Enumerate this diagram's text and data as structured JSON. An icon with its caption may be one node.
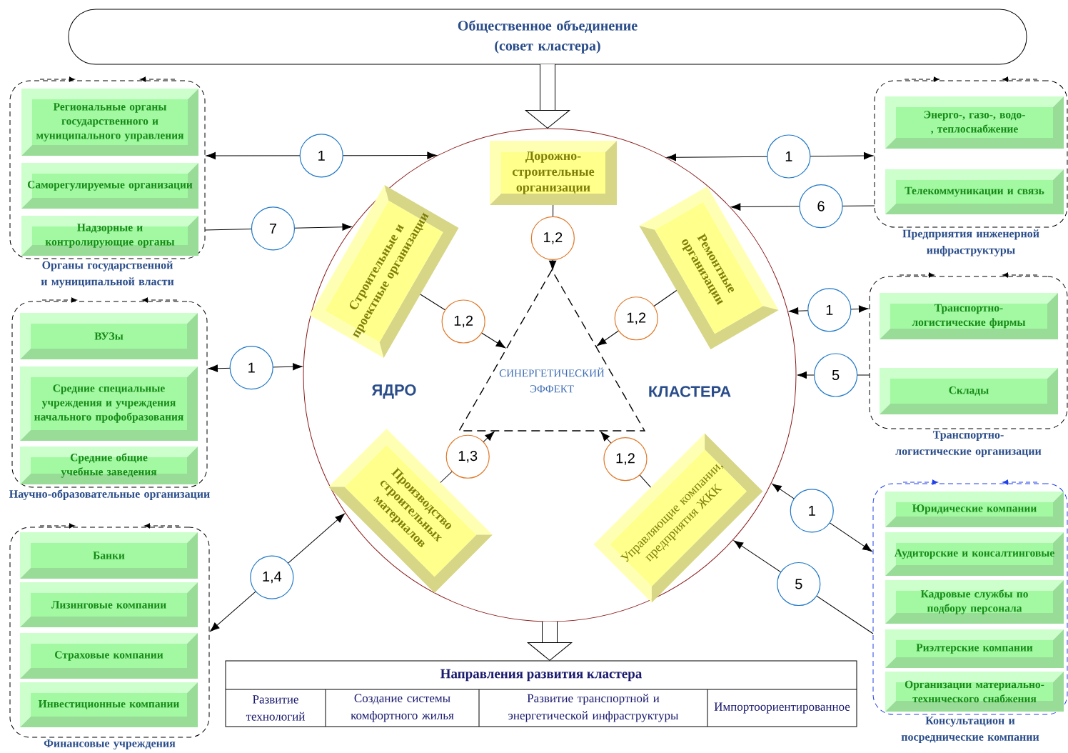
{
  "diagram": {
    "nodes": [
      {
        "text": [
          "Общественное объединение (совет кластера)"
        ]
      },
      {
        "text": [
          "Органы государственной и муниципальной власти"
        ]
      },
      {
        "text": [
          "Региональные органы государственного и муниципального управления"
        ],
        "in": 1
      },
      {
        "text": [
          "Саморегулируемые организации"
        ],
        "in": 1
      },
      {
        "text": [
          "Надзорные и контролирующие органы"
        ],
        "in": 1
      },
      {
        "text": [
          "Научно-образовательные организации"
        ]
      },
      {
        "text": [
          "ВУЗы"
        ],
        "in": 5
      },
      {
        "text": [
          "Средние специальные учреждения и учреждения начального профобразования"
        ],
        "in": 5
      },
      {
        "text": [
          "Средние общие учебные заведения"
        ],
        "in": 5
      },
      {
        "text": [
          "Финансовые учреждения"
        ]
      },
      {
        "text": [
          "Банки"
        ],
        "in": 9
      },
      {
        "text": [
          "Лизинговые компании"
        ],
        "in": 9
      },
      {
        "text": [
          "Страховые компании"
        ],
        "in": 9
      },
      {
        "text": [
          "Инвестиционные компании"
        ],
        "in": 9
      },
      {
        "text": [
          "Предприятия инженерной инфраструктуры"
        ]
      },
      {
        "text": [
          "Энерго-, газо-, водо-, теплоснабжение"
        ],
        "in": 14
      },
      {
        "text": [
          "Телекоммуникации и связь"
        ],
        "in": 14
      },
      {
        "text": [
          "Транспортно-логистические организации"
        ]
      },
      {
        "text": [
          "Транспортно-логистические фирмы"
        ],
        "in": 17
      },
      {
        "text": [
          "Склады"
        ],
        "in": 17
      },
      {
        "text": [
          "Консультацион и посреднические компании"
        ]
      },
      {
        "text": [
          "Юридические компании"
        ],
        "in": 20
      },
      {
        "text": [
          "Аудиторские и консалтинговые"
        ],
        "in": 20
      },
      {
        "text": [
          "Кадровые службы по подбору персонала"
        ],
        "in": 20
      },
      {
        "text": [
          "Риэлтерские компании"
        ],
        "in": 20
      },
      {
        "text": [
          "Организации материально-технического снабжения"
        ],
        "in": 20
      },
      {
        "text": [
          "ЯДРО",
          "КЛАСТЕРА"
        ]
      },
      {
        "text": [
          "Дорожно-строительные организации"
        ],
        "in": 26
      },
      {
        "text": [
          "Строительные и проектные организации"
        ],
        "in": 26
      },
      {
        "text": [
          "Ремонтные организации"
        ],
        "in": 26
      },
      {
        "text": [
          "Производство строительных материалов"
        ],
        "in": 26
      },
      {
        "text": [
          "Управляющие компании, предприятия ЖКК"
        ],
        "in": 26
      },
      {
        "text": [
          "СИНЕРГЕТИЧЕСКИЙ ЭФФЕКТ"
        ],
        "in": 26
      },
      {
        "text": [
          "Направления развития кластера",
          "Развитие технологий",
          "Создание системы комфортного жилья",
          "Развитие транспортной и энергетической инфраструктуры",
          "Импортоориентированное"
        ]
      }
    ],
    "edges": [
      {
        "from": 0,
        "to": 26,
        "arrow": "to",
        "style": "thick"
      },
      {
        "from": 26,
        "to": 33,
        "arrow": "to",
        "style": "thick"
      },
      {
        "from": 1,
        "to": 26,
        "arrow": "both",
        "label": "1"
      },
      {
        "from": 1,
        "to": 26,
        "arrow": "to",
        "label": "7"
      },
      {
        "from": 5,
        "to": 26,
        "arrow": "both",
        "label": "1"
      },
      {
        "from": 9,
        "to": 26,
        "arrow": "both",
        "label": "1,4"
      },
      {
        "from": 14,
        "to": 26,
        "arrow": "both",
        "label": "1"
      },
      {
        "from": 14,
        "to": 26,
        "arrow": "to",
        "label": "6"
      },
      {
        "from": 17,
        "to": 26,
        "arrow": "both",
        "label": "1"
      },
      {
        "from": 17,
        "to": 26,
        "arrow": "to",
        "label": "5"
      },
      {
        "from": 20,
        "to": 26,
        "arrow": "both",
        "label": "1"
      },
      {
        "from": 20,
        "to": 26,
        "arrow": "to",
        "label": "5"
      },
      {
        "from": 27,
        "to": 32,
        "arrow": "to",
        "label": "1,2"
      },
      {
        "from": 28,
        "to": 32,
        "arrow": "to",
        "label": "1,2"
      },
      {
        "from": 29,
        "to": 32,
        "arrow": "to",
        "label": "1,2"
      },
      {
        "from": 30,
        "to": 32,
        "arrow": "to",
        "label": "1,3"
      },
      {
        "from": 31,
        "to": 32,
        "arrow": "to",
        "label": "1,2"
      }
    ]
  }
}
